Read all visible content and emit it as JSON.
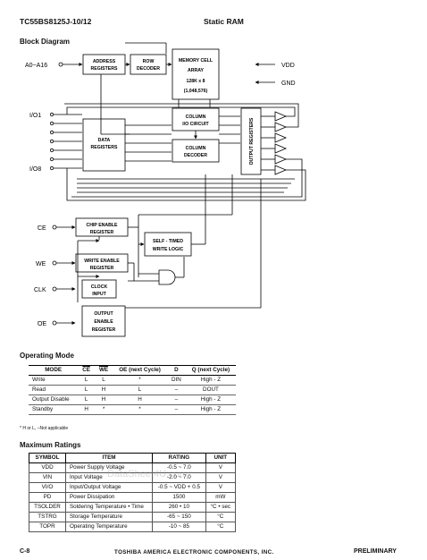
{
  "header": {
    "part_number": "TC55BS8125J-10/12",
    "title": "Static RAM"
  },
  "block_diagram": {
    "title": "Block Diagram",
    "blocks": {
      "address_registers": [
        "ADDRESS",
        "REGISTERS"
      ],
      "row_decoder": [
        "ROW",
        "DECODER"
      ],
      "memory_cell_array": [
        "MEMORY CELL",
        "ARRAY",
        "128K x 8",
        "(1,048,576)"
      ],
      "data_registers": [
        "DATA",
        "REGISTERS"
      ],
      "column_io_circuit": [
        "COLUMN",
        "I/O CIRCUIT"
      ],
      "column_decoder": [
        "COLUMN",
        "DECODER"
      ],
      "output_registers": "OUTPUT REGISTERS",
      "chip_enable_register": [
        "CHIP ENABLE",
        "REGISTER"
      ],
      "self_timed_write_logic": [
        "SELF - TIMED",
        "WRITE LOGIC"
      ],
      "write_enable_register": [
        "WRITE ENABLE",
        "REGISTER"
      ],
      "clock_input": [
        "CLOCK",
        "INPUT"
      ],
      "output_enable_register": [
        "OUTPUT",
        "ENABLE",
        "REGISTER"
      ]
    },
    "pins": {
      "address": "A0~A16",
      "vdd": "VDD",
      "gnd": "GND",
      "io1": "I/O1",
      "io8": "I/O8",
      "ce": "CE",
      "we": "WE",
      "clk": "CLK",
      "oe": "OE"
    }
  },
  "operating_mode": {
    "title": "Operating Mode",
    "headers": [
      "MODE",
      "CE",
      "WE",
      "OE (next Cycle)",
      "D",
      "Q (next Cycle)"
    ],
    "rows": [
      [
        "Write",
        "L",
        "L",
        "*",
        "DIN",
        "High - Z"
      ],
      [
        "Read",
        "L",
        "H",
        "L",
        "–",
        "DOUT"
      ],
      [
        "Output Disable",
        "L",
        "H",
        "H",
        "–",
        "High - Z"
      ],
      [
        "Standby",
        "H",
        "*",
        "*",
        "–",
        "High - Z"
      ]
    ],
    "note": "* H or L, –Not applicable"
  },
  "maximum_ratings": {
    "title": "Maximum Ratings",
    "headers": [
      "SYMBOL",
      "ITEM",
      "RATING",
      "UNIT"
    ],
    "rows": [
      [
        "VDD",
        "Power Supply Voltage",
        "-0.5 ~ 7.0",
        "V"
      ],
      [
        "VIN",
        "Input Voltage",
        "-2.0 ~ 7.0",
        "V"
      ],
      [
        "VI/O",
        "Input/Output Voltage",
        "-0.5 ~ VDD + 0.5",
        "V"
      ],
      [
        "PD",
        "Power Dissipation",
        "1500",
        "mW"
      ],
      [
        "TSOLDER",
        "Soldering Temperature • Time",
        "260 • 10",
        "°C • sec"
      ],
      [
        "TSTRG",
        "Storage Temperature",
        "-65 ~ 150",
        "°C"
      ],
      [
        "TOPR",
        "Operating Temperature",
        "-10 ~ 85",
        "°C"
      ]
    ]
  },
  "watermark": "DataSheet4U.com",
  "footer": {
    "page": "C-8",
    "company": "TOSHIBA AMERICA ELECTRONIC COMPONENTS, INC.",
    "status": "PRELIMINARY"
  }
}
